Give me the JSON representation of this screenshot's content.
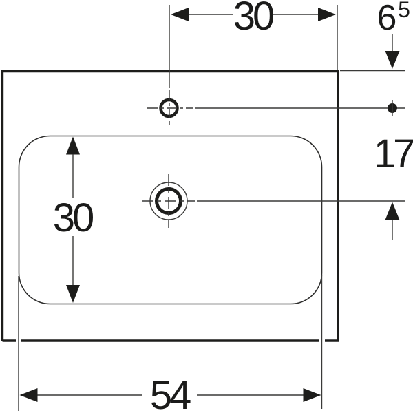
{
  "diagram": {
    "type": "washbasin-technical-drawing-top-view",
    "dimension_labels": {
      "tap_to_right_edge": "30",
      "top_edge_to_tap_main": "6",
      "top_edge_to_tap_sup": "5",
      "tap_to_drain": "17",
      "bowl_front_to_back": "30",
      "overall_width": "54"
    },
    "colors": {
      "line": "#1d1d1b",
      "thin_line": "#3a3a39",
      "text": "#1b1b1a",
      "background": "#ffffff"
    }
  }
}
